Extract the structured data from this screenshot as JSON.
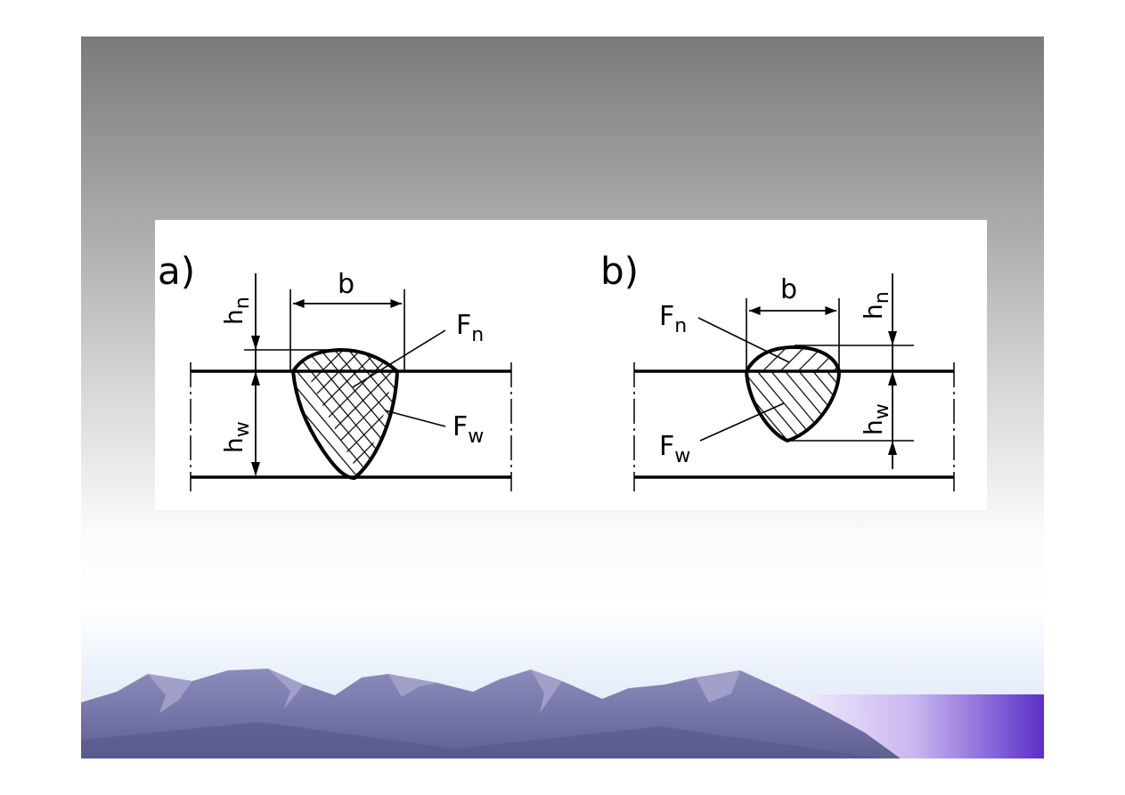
{
  "slide": {
    "colors": {
      "mountain": "#6a6a9c",
      "mountain_light": "#9c9cc6",
      "water_accent": "#5a2fc8"
    }
  },
  "figure": {
    "panel_a": {
      "label": "a)",
      "width_label": "b",
      "reinforcement_height_main": "h",
      "reinforcement_height_sub": "n",
      "penetration_depth_main": "h",
      "penetration_depth_sub": "w",
      "reinforcement_area_main": "F",
      "reinforcement_area_sub": "n",
      "fused_area_main": "F",
      "fused_area_sub": "w"
    },
    "panel_b": {
      "label": "b)",
      "width_label": "b",
      "reinforcement_height_main": "h",
      "reinforcement_height_sub": "n",
      "penetration_depth_main": "h",
      "penetration_depth_sub": "w",
      "reinforcement_area_main": "F",
      "reinforcement_area_sub": "n",
      "fused_area_main": "F",
      "fused_area_sub": "w"
    }
  }
}
